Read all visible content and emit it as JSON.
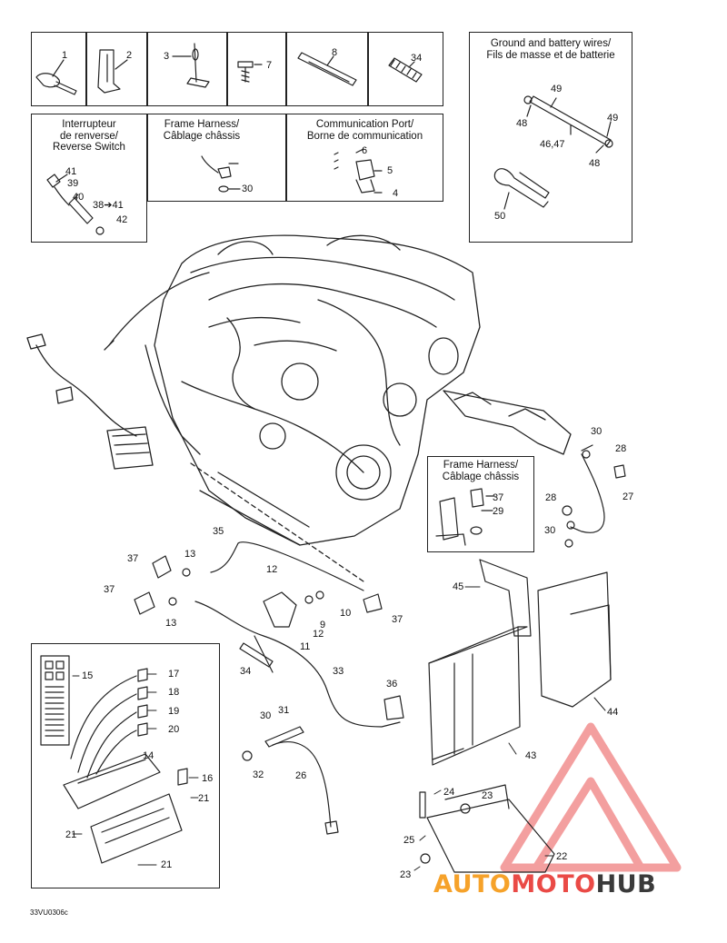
{
  "figure_ref": "33VU0306c",
  "watermark": {
    "part1": "AUTO",
    "part2": "MOTO",
    "part3": "HUB",
    "colors": {
      "auto": "#f6a22a",
      "moto": "#ea4a46",
      "hub": "#3a3a3a"
    }
  },
  "insets": {
    "ground_battery": {
      "title": "Ground and battery wires/\nFils de masse et de batterie"
    },
    "reverse_switch": {
      "title": "Interrupteur\nde renverse/\nReverse Switch"
    },
    "frame_harness_top": {
      "title": "Frame Harness/\nCâblage châssis"
    },
    "communication_port": {
      "title": "Communication Port/\nBorne de communication"
    },
    "frame_harness_mid": {
      "title": "Frame Harness/\nCâblage châssis"
    }
  },
  "callouts": {
    "c1": "1",
    "c2": "2",
    "c3": "3",
    "c7": "7",
    "c8": "8",
    "c34a": "34",
    "c49a": "49",
    "c48a": "48",
    "c49b": "49",
    "c4647": "46,47",
    "c48b": "48",
    "c50": "50",
    "c41": "41",
    "c39": "39",
    "c40": "40",
    "c3841": "38➔41",
    "c42": "42",
    "c30a": "30",
    "c6": "6",
    "c5": "5",
    "c4": "4",
    "c30b": "30",
    "c28a": "28",
    "c28b": "28",
    "c27": "27",
    "c30c": "30",
    "c37a": "37",
    "c29": "29",
    "c35": "35",
    "c37b": "37",
    "c13a": "13",
    "c12a": "12",
    "c37c": "37",
    "c13b": "13",
    "c10": "10",
    "c9": "9",
    "c12b": "12",
    "c11": "11",
    "c37d": "37",
    "c45": "45",
    "c44": "44",
    "c43": "43",
    "c34b": "34",
    "c33": "33",
    "c36": "36",
    "c30d": "30",
    "c31": "31",
    "c32": "32",
    "c26": "26",
    "c15": "15",
    "c17": "17",
    "c18": "18",
    "c19": "19",
    "c20": "20",
    "c14": "14",
    "c16": "16",
    "c21a": "21",
    "c21b": "21",
    "c21c": "21",
    "c24": "24",
    "c23a": "23",
    "c25": "25",
    "c22": "22",
    "c23b": "23"
  }
}
